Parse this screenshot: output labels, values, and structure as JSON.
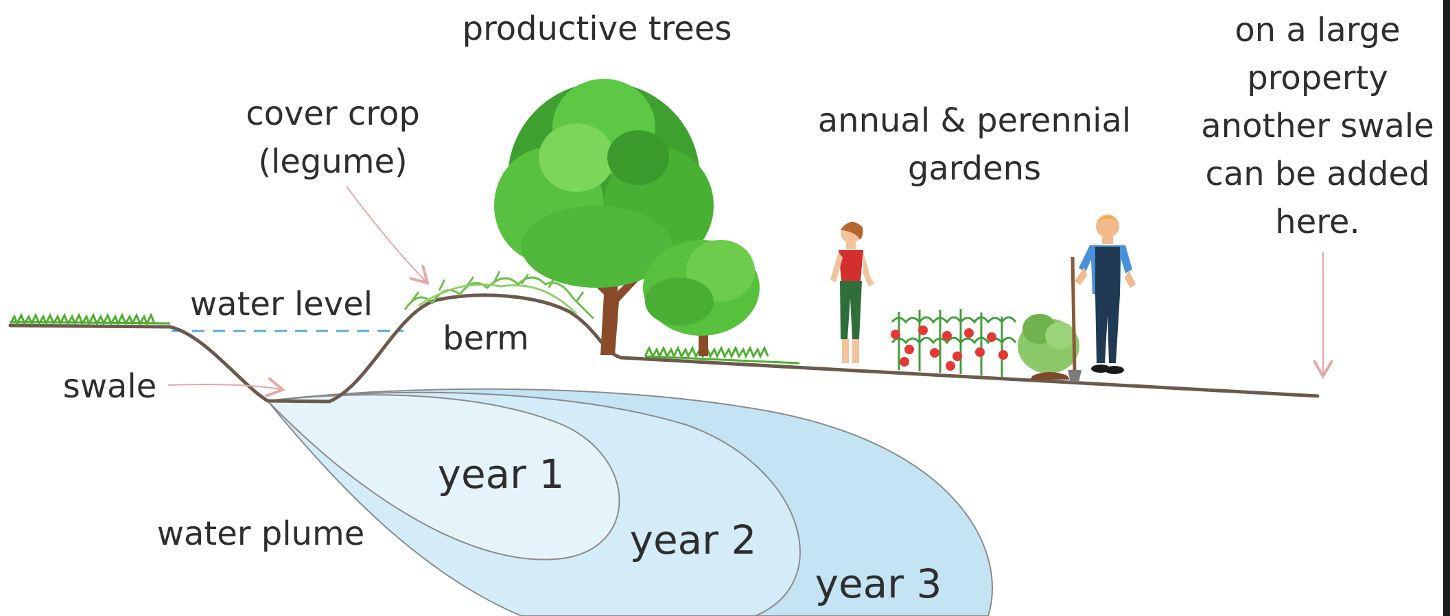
{
  "labels": {
    "productive_trees": "productive trees",
    "cover_crop_1": "cover crop",
    "cover_crop_2": "(legume)",
    "annual_1": "annual & perennial",
    "annual_2": "gardens",
    "large_1": "on a large",
    "large_2": "property",
    "large_3": "another swale",
    "large_4": "can be added",
    "large_5": "here.",
    "water_level": "water level",
    "berm": "berm",
    "swale": "swale",
    "year_1": "year 1",
    "year_2": "year 2",
    "year_3": "year 3",
    "water_plume": "water plume"
  },
  "colors": {
    "ground": "#6b5a4c",
    "water_line": "#5aa9d6",
    "plume_year1": "#e5f4fb",
    "plume_year2": "#d4ecf8",
    "plume_year3": "#c4e4f4",
    "plume_outline": "#8a8a8a",
    "grass": "#4caf2e",
    "tree_canopy": "#4ab83a",
    "tree_trunk": "#8a4b2a",
    "arrow": "#e8a6a6"
  }
}
